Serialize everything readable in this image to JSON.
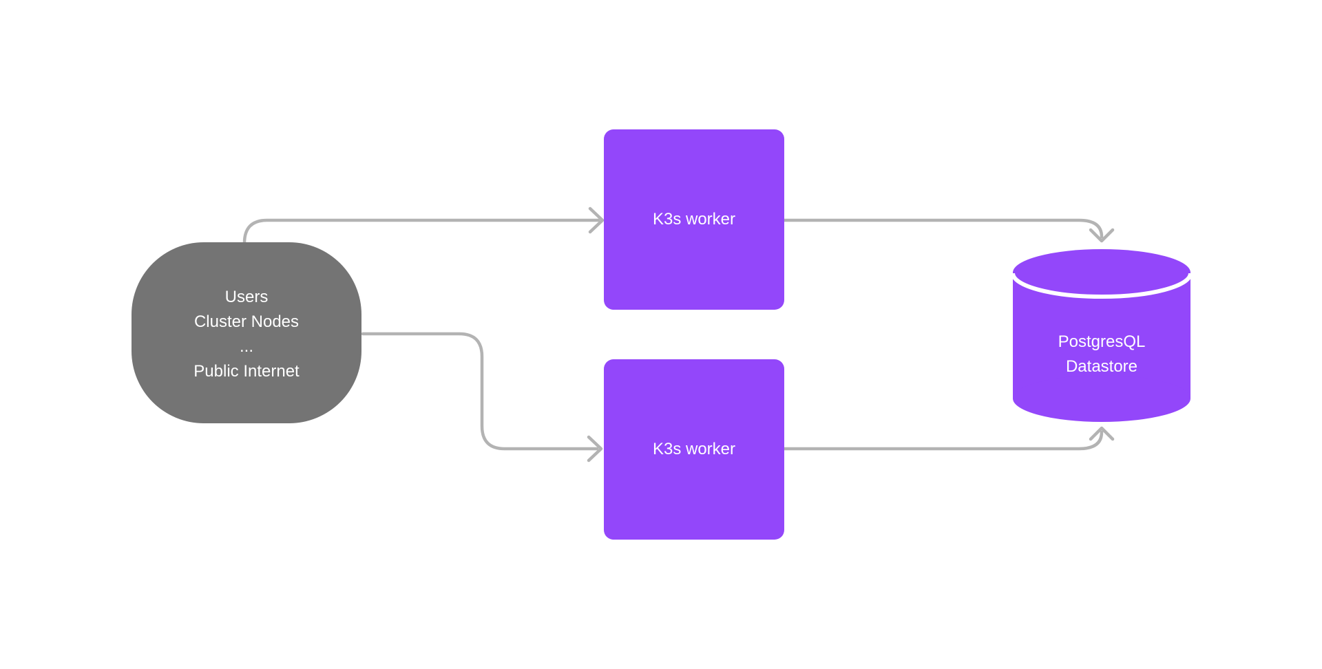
{
  "colors": {
    "background": "#FFFFFF",
    "node_purple": "#9347FA",
    "node_gray": "#747474",
    "arrow_gray": "#B3B3B3",
    "label_text": "#FFFFFF"
  },
  "nodes": {
    "source": {
      "lines": [
        "Users",
        "Cluster Nodes",
        "...",
        "Public Internet"
      ]
    },
    "worker_top": {
      "label": "K3s worker"
    },
    "worker_bottom": {
      "label": "K3s worker"
    },
    "datastore": {
      "lines": [
        "PostgresQL",
        "Datastore"
      ]
    }
  },
  "edges": [
    {
      "from": "source",
      "to": "worker_top"
    },
    {
      "from": "source",
      "to": "worker_bottom"
    },
    {
      "from": "worker_top",
      "to": "datastore"
    },
    {
      "from": "worker_bottom",
      "to": "datastore"
    }
  ]
}
